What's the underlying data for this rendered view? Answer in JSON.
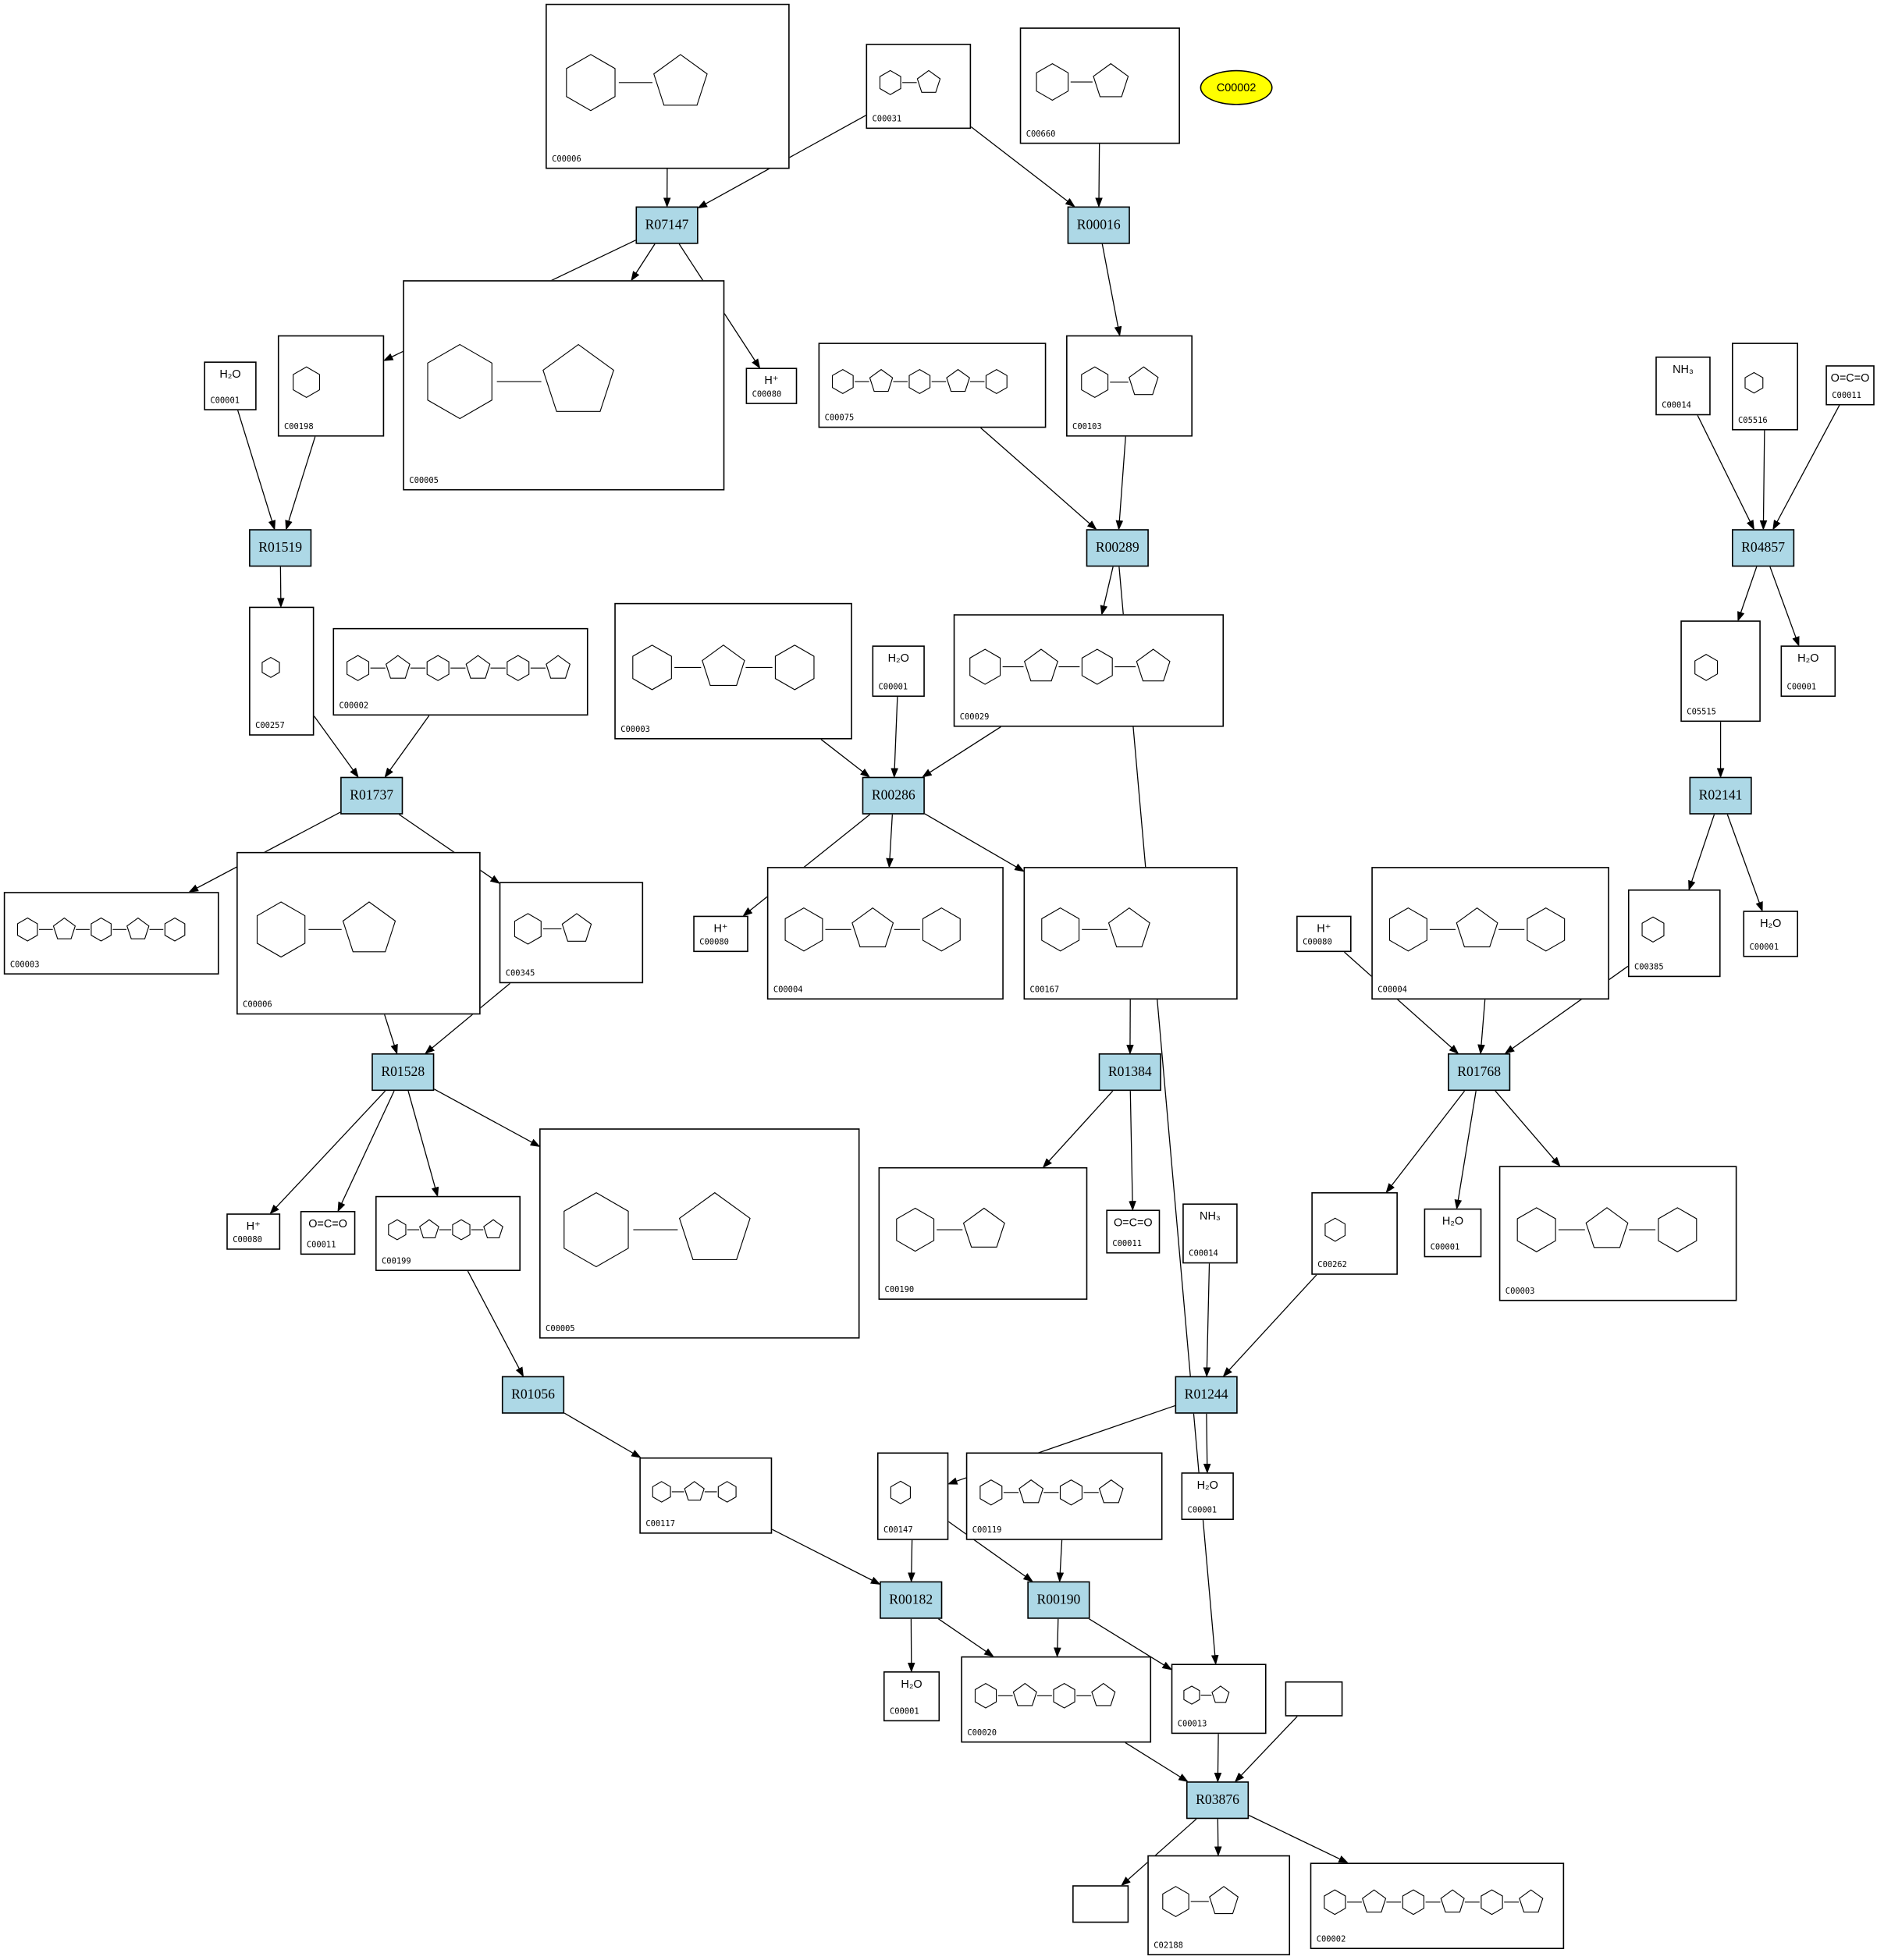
{
  "reactions": [
    {
      "key": "R07147",
      "label": "R07147"
    },
    {
      "key": "R00016",
      "label": "R00016"
    },
    {
      "key": "R01519",
      "label": "R01519"
    },
    {
      "key": "R00289",
      "label": "R00289"
    },
    {
      "key": "R04857",
      "label": "R04857"
    },
    {
      "key": "R01737",
      "label": "R01737"
    },
    {
      "key": "R00286",
      "label": "R00286"
    },
    {
      "key": "R02141",
      "label": "R02141"
    },
    {
      "key": "R01528",
      "label": "R01528"
    },
    {
      "key": "R01384",
      "label": "R01384"
    },
    {
      "key": "R01768",
      "label": "R01768"
    },
    {
      "key": "R01056",
      "label": "R01056"
    },
    {
      "key": "R01244",
      "label": "R01244"
    },
    {
      "key": "R00182",
      "label": "R00182"
    },
    {
      "key": "R00190",
      "label": "R00190"
    },
    {
      "key": "R03876",
      "label": "R03876"
    }
  ],
  "highlight": {
    "label": "C00002",
    "color": "#ffff00"
  },
  "compounds": [
    {
      "key": "c6a",
      "id": "C00006",
      "formula": ""
    },
    {
      "key": "c31",
      "id": "C00031",
      "formula": ""
    },
    {
      "key": "c660",
      "id": "C00660",
      "formula": ""
    },
    {
      "key": "c198",
      "id": "C00198",
      "formula": ""
    },
    {
      "key": "c1a",
      "id": "C00001",
      "formula": "H₂O"
    },
    {
      "key": "c5a",
      "id": "C00005",
      "formula": ""
    },
    {
      "key": "c80a",
      "id": "C00080",
      "formula": "H⁺"
    },
    {
      "key": "c75",
      "id": "C00075",
      "formula": ""
    },
    {
      "key": "c103",
      "id": "C00103",
      "formula": ""
    },
    {
      "key": "c14a",
      "id": "C00014",
      "formula": "NH₃"
    },
    {
      "key": "c5516",
      "id": "C05516",
      "formula": ""
    },
    {
      "key": "c11a",
      "id": "C00011",
      "formula": "O=C=O"
    },
    {
      "key": "c257",
      "id": "C00257",
      "formula": ""
    },
    {
      "key": "c2a",
      "id": "C00002",
      "formula": ""
    },
    {
      "key": "c3a",
      "id": "C00003",
      "formula": ""
    },
    {
      "key": "c1b",
      "id": "C00001",
      "formula": "H₂O"
    },
    {
      "key": "c29",
      "id": "C00029",
      "formula": ""
    },
    {
      "key": "c5515",
      "id": "C05515",
      "formula": ""
    },
    {
      "key": "c1d",
      "id": "C00001",
      "formula": "H₂O"
    },
    {
      "key": "c3b",
      "id": "C00003",
      "formula": ""
    },
    {
      "key": "c6b",
      "id": "C00006",
      "formula": ""
    },
    {
      "key": "c345",
      "id": "C00345",
      "formula": ""
    },
    {
      "key": "c80b",
      "id": "C00080",
      "formula": "H⁺"
    },
    {
      "key": "c4a",
      "id": "C00004",
      "formula": ""
    },
    {
      "key": "c167",
      "id": "C00167",
      "formula": ""
    },
    {
      "key": "c80c",
      "id": "C00080",
      "formula": "H⁺"
    },
    {
      "key": "c4b",
      "id": "C00004",
      "formula": ""
    },
    {
      "key": "c385",
      "id": "C00385",
      "formula": ""
    },
    {
      "key": "c1e",
      "id": "C00001",
      "formula": "H₂O"
    },
    {
      "key": "c80d",
      "id": "C00080",
      "formula": "H⁺"
    },
    {
      "key": "c11b",
      "id": "C00011",
      "formula": "O=C=O"
    },
    {
      "key": "c199",
      "id": "C00199",
      "formula": ""
    },
    {
      "key": "c5b",
      "id": "C00005",
      "formula": ""
    },
    {
      "key": "c190",
      "id": "C00190",
      "formula": ""
    },
    {
      "key": "c11c",
      "id": "C00011",
      "formula": "O=C=O"
    },
    {
      "key": "c14b",
      "id": "C00014",
      "formula": "NH₃"
    },
    {
      "key": "c262",
      "id": "C00262",
      "formula": ""
    },
    {
      "key": "c1f",
      "id": "C00001",
      "formula": "H₂O"
    },
    {
      "key": "c3c",
      "id": "C00003",
      "formula": ""
    },
    {
      "key": "c117",
      "id": "C00117",
      "formula": ""
    },
    {
      "key": "c147",
      "id": "C00147",
      "formula": ""
    },
    {
      "key": "c119",
      "id": "C00119",
      "formula": ""
    },
    {
      "key": "c1g",
      "id": "C00001",
      "formula": "H₂O"
    },
    {
      "key": "c1h",
      "id": "C00001",
      "formula": "H₂O"
    },
    {
      "key": "c20",
      "id": "C00020",
      "formula": ""
    },
    {
      "key": "c13",
      "id": "C00013",
      "formula": ""
    },
    {
      "key": "e1",
      "id": "",
      "formula": ""
    },
    {
      "key": "e2",
      "id": "",
      "formula": ""
    },
    {
      "key": "c2188",
      "id": "C02188",
      "formula": ""
    },
    {
      "key": "c2c",
      "id": "C00002",
      "formula": ""
    }
  ],
  "edges": [
    [
      "c6a",
      "R07147"
    ],
    [
      "c31",
      "R07147"
    ],
    [
      "c31",
      "R00016"
    ],
    [
      "c660",
      "R00016"
    ],
    [
      "R07147",
      "c198"
    ],
    [
      "R07147",
      "c5a"
    ],
    [
      "R07147",
      "c80a"
    ],
    [
      "c1a",
      "R01519"
    ],
    [
      "c198",
      "R01519"
    ],
    [
      "R01519",
      "c257"
    ],
    [
      "R00016",
      "c103"
    ],
    [
      "c75",
      "R00289"
    ],
    [
      "c103",
      "R00289"
    ],
    [
      "R00289",
      "c29"
    ],
    [
      "R00289",
      "c13"
    ],
    [
      "c14a",
      "R04857"
    ],
    [
      "c5516",
      "R04857"
    ],
    [
      "c11a",
      "R04857"
    ],
    [
      "R04857",
      "c5515"
    ],
    [
      "R04857",
      "c1d"
    ],
    [
      "c5515",
      "R02141"
    ],
    [
      "R02141",
      "c385"
    ],
    [
      "R02141",
      "c1e"
    ],
    [
      "c257",
      "R01737"
    ],
    [
      "c2a",
      "R01737"
    ],
    [
      "R01737",
      "c3b"
    ],
    [
      "R01737",
      "c345"
    ],
    [
      "c6b",
      "R01528"
    ],
    [
      "c345",
      "R01528"
    ],
    [
      "c3a",
      "R00286"
    ],
    [
      "c1b",
      "R00286"
    ],
    [
      "c29",
      "R00286"
    ],
    [
      "R00286",
      "c80b"
    ],
    [
      "R00286",
      "c4a"
    ],
    [
      "R00286",
      "c167"
    ],
    [
      "c167",
      "R01384"
    ],
    [
      "R01384",
      "c190"
    ],
    [
      "R01384",
      "c11c"
    ],
    [
      "c80c",
      "R01768"
    ],
    [
      "c4b",
      "R01768"
    ],
    [
      "c385",
      "R01768"
    ],
    [
      "R01768",
      "c262"
    ],
    [
      "R01768",
      "c1f"
    ],
    [
      "R01768",
      "c3c"
    ],
    [
      "R01528",
      "c80d"
    ],
    [
      "R01528",
      "c11b"
    ],
    [
      "R01528",
      "c199"
    ],
    [
      "R01528",
      "c5b"
    ],
    [
      "c199",
      "R01056"
    ],
    [
      "R01056",
      "c117"
    ],
    [
      "c14b",
      "R01244"
    ],
    [
      "c262",
      "R01244"
    ],
    [
      "R01244",
      "c147"
    ],
    [
      "R01244",
      "c1g"
    ],
    [
      "c117",
      "R00182"
    ],
    [
      "c147",
      "R00182"
    ],
    [
      "c147",
      "R00190"
    ],
    [
      "c119",
      "R00190"
    ],
    [
      "R00182",
      "c1h"
    ],
    [
      "R00182",
      "c20"
    ],
    [
      "R00190",
      "c20"
    ],
    [
      "R00190",
      "c13"
    ],
    [
      "c20",
      "R03876"
    ],
    [
      "c13",
      "R03876"
    ],
    [
      "e1",
      "R03876"
    ],
    [
      "R03876",
      "e2"
    ],
    [
      "R03876",
      "c2188"
    ],
    [
      "R03876",
      "c2c"
    ]
  ]
}
